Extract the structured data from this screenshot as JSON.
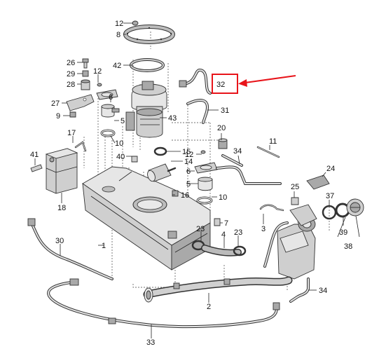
{
  "diagram": {
    "callout_labels": [
      {
        "id": "12a",
        "text": "12"
      },
      {
        "id": "8",
        "text": "8"
      },
      {
        "id": "42",
        "text": "42"
      },
      {
        "id": "26",
        "text": "26"
      },
      {
        "id": "29",
        "text": "29"
      },
      {
        "id": "12b",
        "text": "12"
      },
      {
        "id": "28",
        "text": "28"
      },
      {
        "id": "6a",
        "text": "6"
      },
      {
        "id": "27",
        "text": "27"
      },
      {
        "id": "9",
        "text": "9"
      },
      {
        "id": "5a",
        "text": "5"
      },
      {
        "id": "43",
        "text": "43"
      },
      {
        "id": "31",
        "text": "31"
      },
      {
        "id": "17",
        "text": "17"
      },
      {
        "id": "10a",
        "text": "10"
      },
      {
        "id": "20",
        "text": "20"
      },
      {
        "id": "11",
        "text": "11"
      },
      {
        "id": "41",
        "text": "41"
      },
      {
        "id": "40",
        "text": "40"
      },
      {
        "id": "15",
        "text": "15"
      },
      {
        "id": "14",
        "text": "14"
      },
      {
        "id": "12c",
        "text": "12"
      },
      {
        "id": "34a",
        "text": "34"
      },
      {
        "id": "6b",
        "text": "6"
      },
      {
        "id": "24",
        "text": "24"
      },
      {
        "id": "5b",
        "text": "5"
      },
      {
        "id": "16",
        "text": "16"
      },
      {
        "id": "10b",
        "text": "10"
      },
      {
        "id": "25",
        "text": "25"
      },
      {
        "id": "37",
        "text": "37"
      },
      {
        "id": "18",
        "text": "18"
      },
      {
        "id": "7",
        "text": "7"
      },
      {
        "id": "3",
        "text": "3"
      },
      {
        "id": "39",
        "text": "39"
      },
      {
        "id": "23a",
        "text": "23"
      },
      {
        "id": "23b",
        "text": "23"
      },
      {
        "id": "38",
        "text": "38"
      },
      {
        "id": "1",
        "text": "1"
      },
      {
        "id": "4",
        "text": "4"
      },
      {
        "id": "30",
        "text": "30"
      },
      {
        "id": "34b",
        "text": "34"
      },
      {
        "id": "2",
        "text": "2"
      },
      {
        "id": "33",
        "text": "33"
      }
    ],
    "highlight": {
      "text": "32",
      "color": "#e8141a"
    }
  }
}
